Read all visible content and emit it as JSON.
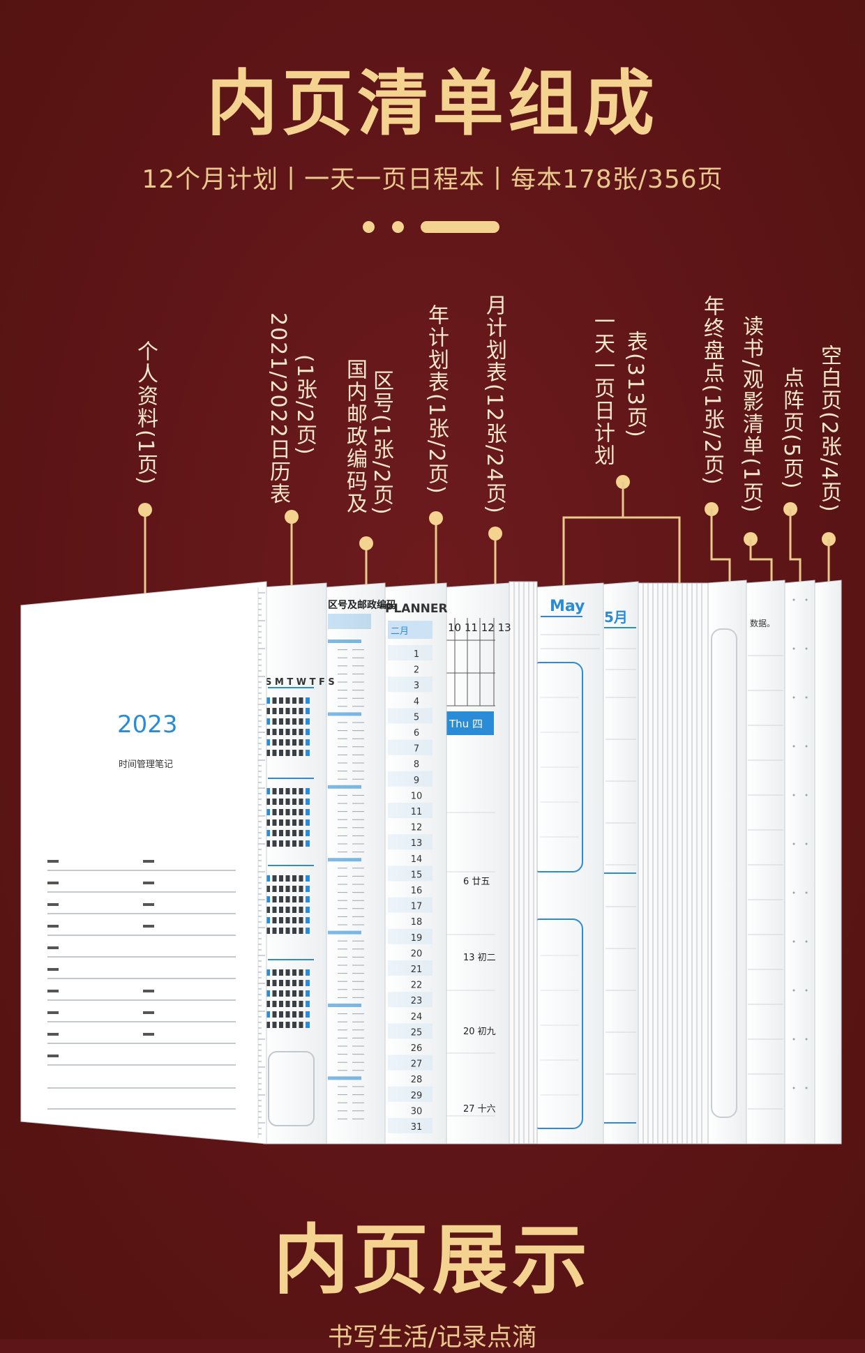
{
  "header": {
    "title": "内页清单组成",
    "subtitle": "12个月计划丨一天一页日程本丨每本178张/356页"
  },
  "labels": {
    "personal": "个人资料(1页)",
    "calendar_a": "2021/2022日历表",
    "calendar_b": "(1张/2页)",
    "postal_a": "国内邮政编码及",
    "postal_b": "区号(1张/2页)",
    "year_plan": "年计划表(1张/2页)",
    "month_plan": "月计划表(12张/24页)",
    "daily_a": "一天一页日计划",
    "daily_b": "表(313页)",
    "year_end": "年终盘点(1张/2页)",
    "reading": "读书/观影清单(1页)",
    "dot_grid": "点阵页(5页)",
    "blank": "空白页(2张/4页)"
  },
  "pages": {
    "year": "2023",
    "motto": "时间管理笔记",
    "cal_header": "S M T W T F S",
    "postal_title": "区号及邮政编码",
    "planner": "PLANNER",
    "planner_month": "二月",
    "month_head": "10 11 12 13",
    "thu": "Thu 四",
    "day6": "6 廿五",
    "day13": "13 初二",
    "day20": "20 初九",
    "day27": "27 十六",
    "may": "May",
    "may_cn": "5月",
    "reading_head": "数据。"
  },
  "footer": {
    "title": "内页展示",
    "subtitle": "书写生活/记录点滴"
  },
  "colors": {
    "background": "#5e1517",
    "gold": "#f4d28f",
    "blue": "#2a8bd6"
  }
}
